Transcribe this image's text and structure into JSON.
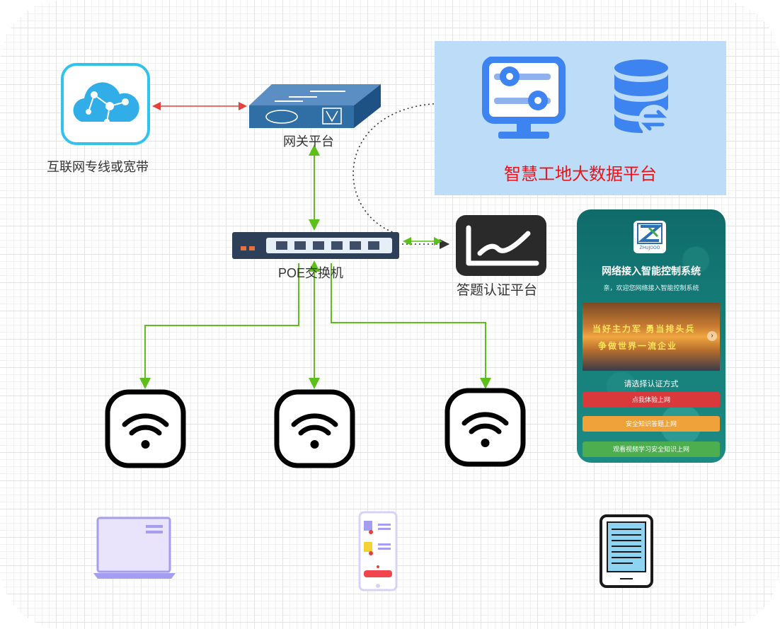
{
  "nodes": {
    "internet": {
      "label": "互联网专线或宽带",
      "icon": "cloud-network-icon"
    },
    "gateway": {
      "label": "网关平台",
      "icon": "gateway-router-icon"
    },
    "poe_switch": {
      "label": "POE交换机",
      "icon": "network-switch-icon"
    },
    "exam_platform": {
      "label": "答题认证平台",
      "icon": "line-chart-icon"
    },
    "bigdata": {
      "label": "智慧工地大数据平台",
      "icons": [
        "monitor-settings-icon",
        "database-sync-icon"
      ]
    },
    "access_points": [
      {
        "icon": "wifi-access-point-icon"
      },
      {
        "icon": "wifi-access-point-icon"
      },
      {
        "icon": "wifi-access-point-icon"
      }
    ],
    "clients": [
      {
        "icon": "laptop-icon"
      },
      {
        "icon": "smartphone-icon"
      },
      {
        "icon": "tablet-icon"
      }
    ]
  },
  "phone_screen": {
    "logo_text": "ZHUJOOO",
    "title": "网络接入智能控制系统",
    "welcome": "亲，欢迎您网络接入智能控制系统",
    "banner_line1": "当好主力军 勇当排头兵",
    "banner_line2": "争做世界一流企业",
    "choose_prompt": "请选择认证方式",
    "buttons": [
      "点我体验上网",
      "安全知识答题上网",
      "观看视频学习安全知识上网"
    ]
  },
  "colors": {
    "link_internet": "#e8403a",
    "link_lan": "#5dbf1a",
    "link_dotted": "#333333",
    "bigdata_panel": "#bcdcf7",
    "bigdata_title": "#e8141a",
    "icon_blue": "#3d84f0",
    "gateway_blue": "#2f6fa5"
  }
}
